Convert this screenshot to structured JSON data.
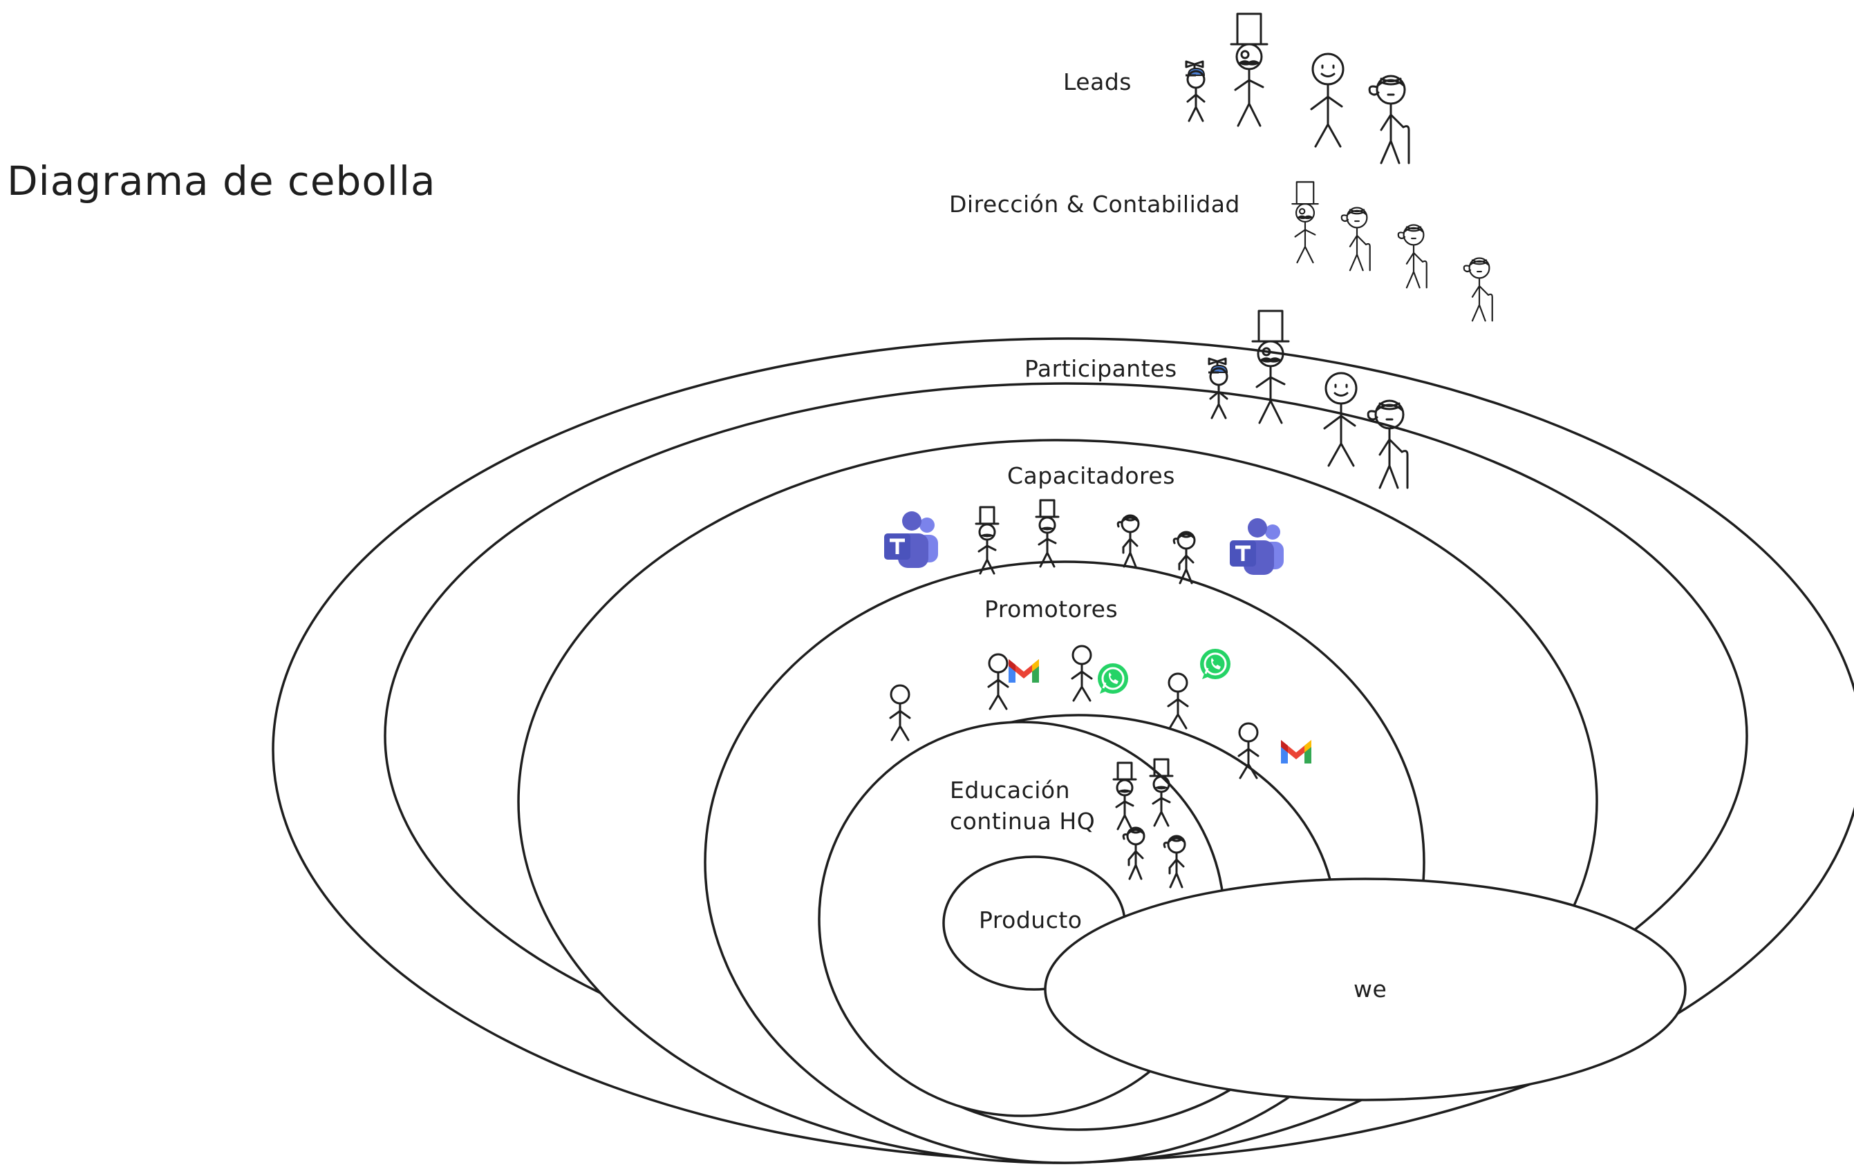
{
  "title": "Diagrama de cebolla",
  "layers": [
    {
      "label": "Leads",
      "people": 4
    },
    {
      "label": "Dirección & Contabilidad",
      "people": 4
    },
    {
      "label": "Participantes",
      "people": 4
    },
    {
      "label": "Capacitadores",
      "people": 4,
      "icons": [
        "teams-icon",
        "teams-icon"
      ]
    },
    {
      "label": "Promotores",
      "people": 5,
      "icons": [
        "gmail-icon",
        "whatsapp-icon",
        "whatsapp-icon",
        "gmail-icon"
      ]
    },
    {
      "label_lines": [
        "Educación",
        "continua HQ"
      ],
      "people": 4
    },
    {
      "label": "Producto"
    }
  ],
  "extra_node": {
    "label": "we"
  },
  "colors": {
    "stroke": "#1e1e1e",
    "teams": "#5b5fc7",
    "whatsapp": "#25d366",
    "gmail_red": "#ea4335",
    "gmail_blue": "#4285f4",
    "gmail_green": "#34a853",
    "gmail_yellow": "#fbbc04",
    "propeller_cap": "#4a7fd6"
  }
}
